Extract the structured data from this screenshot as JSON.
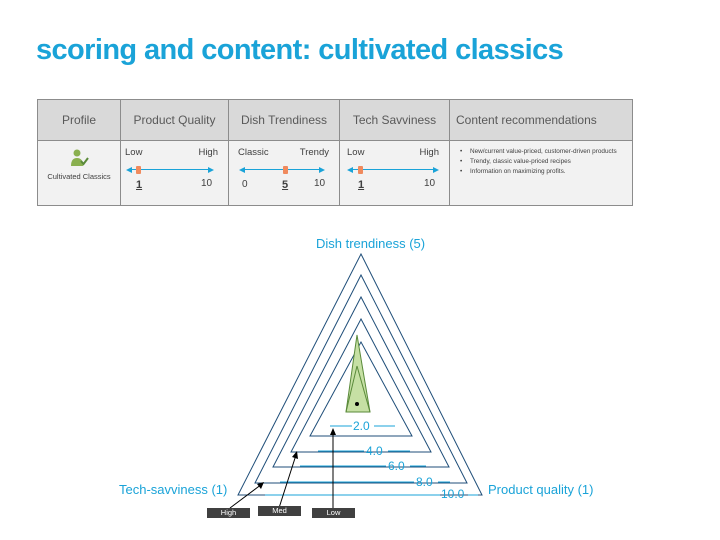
{
  "title": "scoring and content: cultivated classics",
  "table": {
    "headers": {
      "profile": "Profile",
      "product_quality": "Product Quality",
      "dish_trendiness": "Dish Trendiness",
      "tech_savviness": "Tech Savviness",
      "content": "Content recommendations"
    },
    "profile_name": "Cultivated Classics",
    "product_quality": {
      "low": "Low",
      "high": "High",
      "score": "1",
      "max": "10"
    },
    "dish_trendiness": {
      "low": "Classic",
      "high": "Trendy",
      "min": "0",
      "score": "5",
      "max": "10"
    },
    "tech_savviness": {
      "low": "Low",
      "high": "High",
      "score": "1",
      "max": "10"
    },
    "recommendations": [
      "New/current value-priced, customer-driven products",
      "Trendy, classic value-priced recipes",
      "Information on maximizing profits."
    ],
    "bullet": "•"
  },
  "radar": {
    "axes": {
      "top": "Dish trendiness (5)",
      "left": "Tech-savviness (1)",
      "right": "Product quality (1)"
    },
    "ring_labels": [
      "2.0",
      "4.0",
      "6.0",
      "8.0",
      "10.0"
    ],
    "legend": [
      "High",
      "Med",
      "Low"
    ],
    "colors": {
      "accent": "#1aa3d8",
      "fill": "#c6e0a4",
      "fill_stroke": "#5a8a3a",
      "ring": "#1f4e79"
    }
  }
}
